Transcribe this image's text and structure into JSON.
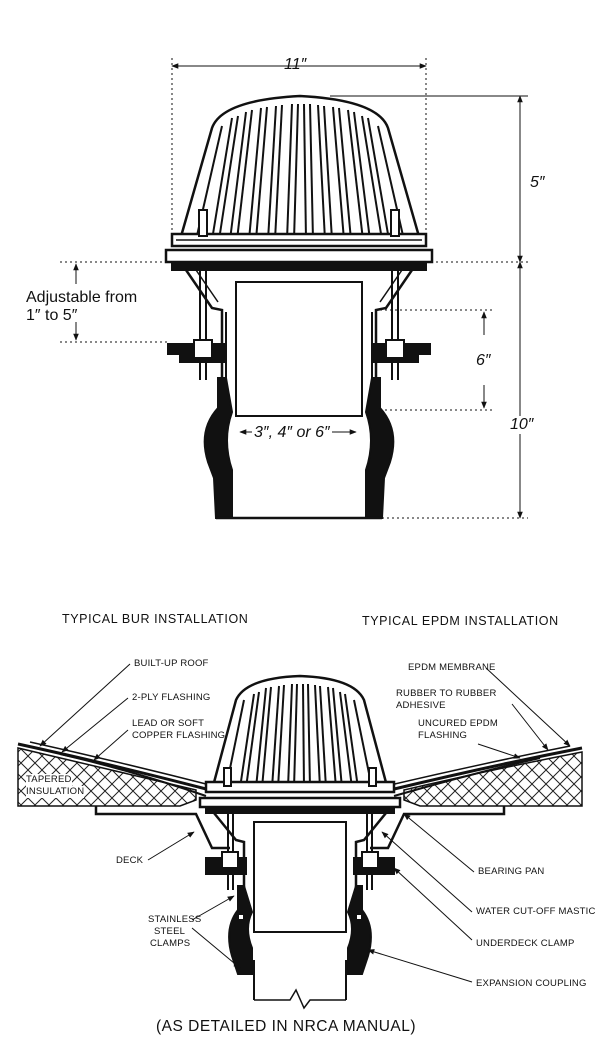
{
  "top_drawing": {
    "width_label": "11″",
    "dome_height_label": "5″",
    "adjustable_label_line1": "Adjustable from",
    "adjustable_label_line2": "1″ to 5″",
    "sleeve_label": "6″",
    "outlet_label": "3″, 4″ or 6″",
    "body_height_label": "10″"
  },
  "bottom_drawing": {
    "left_heading": "TYPICAL BUR INSTALLATION",
    "right_heading": "TYPICAL EPDM INSTALLATION",
    "left_callouts": {
      "built_up_roof": "BUILT-UP ROOF",
      "two_ply_flashing": "2-PLY FLASHING",
      "lead_flashing_line1": "LEAD OR SOFT",
      "lead_flashing_line2": "COPPER FLASHING",
      "tapered_line1": "TAPERED",
      "tapered_line2": "INSULATION",
      "deck": "DECK",
      "clamps_line1": "STAINLESS",
      "clamps_line2": "STEEL",
      "clamps_line3": "CLAMPS"
    },
    "right_callouts": {
      "epdm_membrane": "EPDM MEMBRANE",
      "adhesive_line1": "RUBBER TO RUBBER",
      "adhesive_line2": "ADHESIVE",
      "uncured_line1": "UNCURED EPDM",
      "uncured_line2": "FLASHING",
      "bearing_pan": "BEARING PAN",
      "mastic": "WATER CUT-OFF MASTIC",
      "underdeck_clamp": "UNDERDECK CLAMP",
      "expansion_coupling": "EXPANSION COUPLING"
    }
  },
  "caption": "(AS DETAILED IN NRCA MANUAL)"
}
